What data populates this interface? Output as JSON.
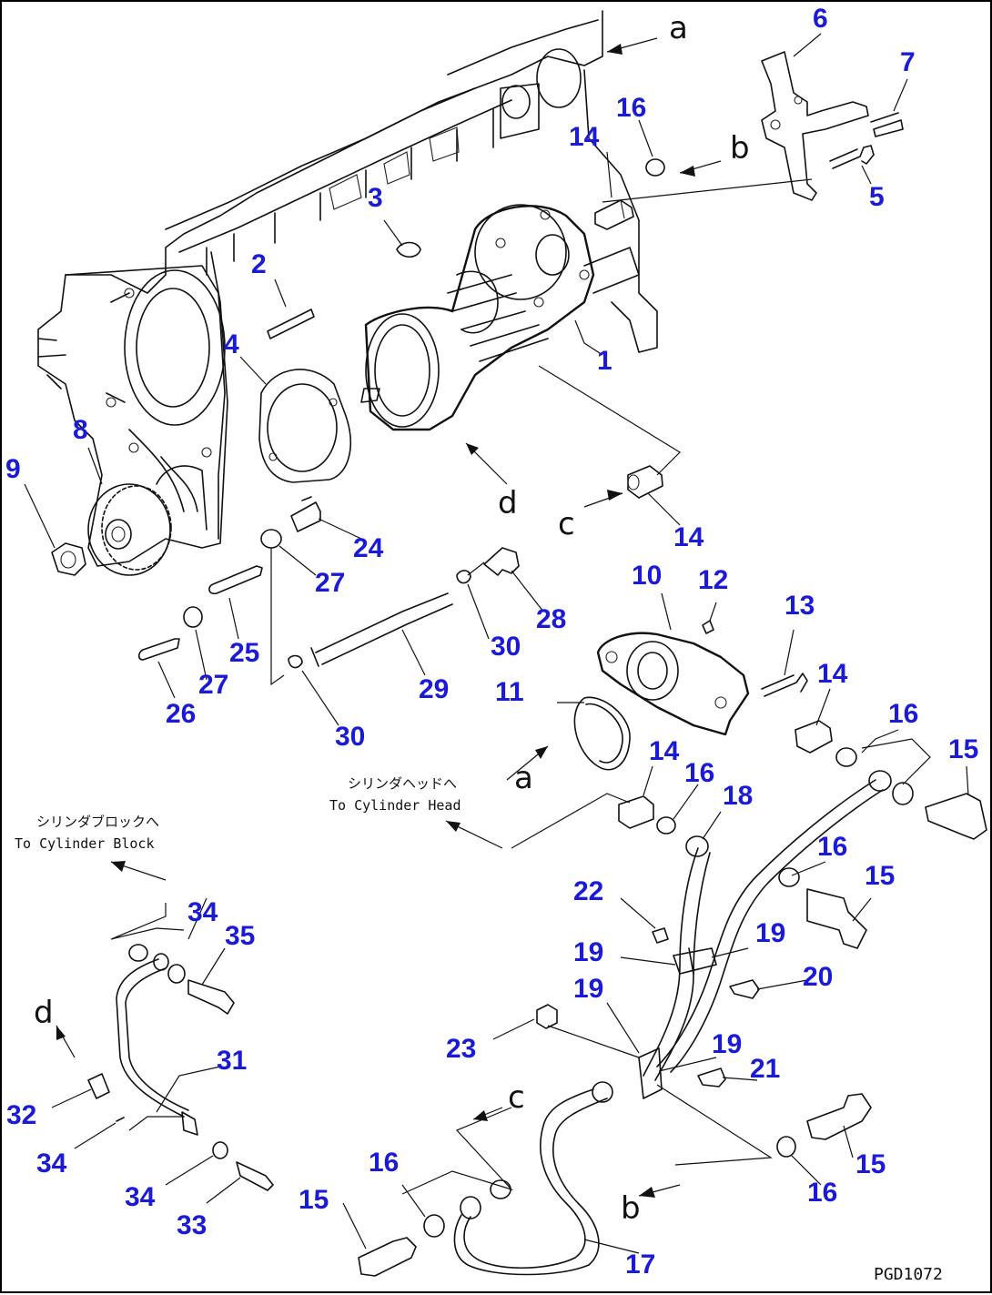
{
  "diagram": {
    "callouts": [
      {
        "id": "1",
        "label": "1"
      },
      {
        "id": "2",
        "label": "2"
      },
      {
        "id": "3",
        "label": "3"
      },
      {
        "id": "4",
        "label": "4"
      },
      {
        "id": "5",
        "label": "5"
      },
      {
        "id": "6",
        "label": "6"
      },
      {
        "id": "7",
        "label": "7"
      },
      {
        "id": "8",
        "label": "8"
      },
      {
        "id": "9",
        "label": "9"
      },
      {
        "id": "10",
        "label": "10"
      },
      {
        "id": "11",
        "label": "11"
      },
      {
        "id": "12",
        "label": "12"
      },
      {
        "id": "13",
        "label": "13"
      },
      {
        "id": "14a",
        "label": "14"
      },
      {
        "id": "14b",
        "label": "14"
      },
      {
        "id": "14c",
        "label": "14"
      },
      {
        "id": "14d",
        "label": "14"
      },
      {
        "id": "15a",
        "label": "15"
      },
      {
        "id": "15b",
        "label": "15"
      },
      {
        "id": "15c",
        "label": "15"
      },
      {
        "id": "15d",
        "label": "15"
      },
      {
        "id": "16a",
        "label": "16"
      },
      {
        "id": "16b",
        "label": "16"
      },
      {
        "id": "16c",
        "label": "16"
      },
      {
        "id": "16d",
        "label": "16"
      },
      {
        "id": "16e",
        "label": "16"
      },
      {
        "id": "16f",
        "label": "16"
      },
      {
        "id": "17",
        "label": "17"
      },
      {
        "id": "18",
        "label": "18"
      },
      {
        "id": "19a",
        "label": "19"
      },
      {
        "id": "19b",
        "label": "19"
      },
      {
        "id": "19c",
        "label": "19"
      },
      {
        "id": "19d",
        "label": "19"
      },
      {
        "id": "20",
        "label": "20"
      },
      {
        "id": "21",
        "label": "21"
      },
      {
        "id": "22",
        "label": "22"
      },
      {
        "id": "23",
        "label": "23"
      },
      {
        "id": "24",
        "label": "24"
      },
      {
        "id": "25",
        "label": "25"
      },
      {
        "id": "26",
        "label": "26"
      },
      {
        "id": "27a",
        "label": "27"
      },
      {
        "id": "27b",
        "label": "27"
      },
      {
        "id": "28",
        "label": "28"
      },
      {
        "id": "29",
        "label": "29"
      },
      {
        "id": "30a",
        "label": "30"
      },
      {
        "id": "30b",
        "label": "30"
      },
      {
        "id": "31",
        "label": "31"
      },
      {
        "id": "32",
        "label": "32"
      },
      {
        "id": "33",
        "label": "33"
      },
      {
        "id": "34a",
        "label": "34"
      },
      {
        "id": "34b",
        "label": "34"
      },
      {
        "id": "34c",
        "label": "34"
      },
      {
        "id": "35",
        "label": "35"
      }
    ],
    "connection_letters": {
      "a_top": "a",
      "b_top": "b",
      "c_mid": "c",
      "d_mid": "d",
      "a_mid": "a",
      "d_left": "d",
      "c_bottom": "c",
      "b_bottom": "b"
    },
    "notes": {
      "head_jp": "シリンダヘッドへ",
      "head_en": "To Cylinder Head",
      "block_jp": "シリンダブロックへ",
      "block_en": "To Cylinder Block"
    },
    "drawing_code": "PGD1072",
    "colors": {
      "callout": "#1a1ad8",
      "line": "#111111"
    }
  }
}
